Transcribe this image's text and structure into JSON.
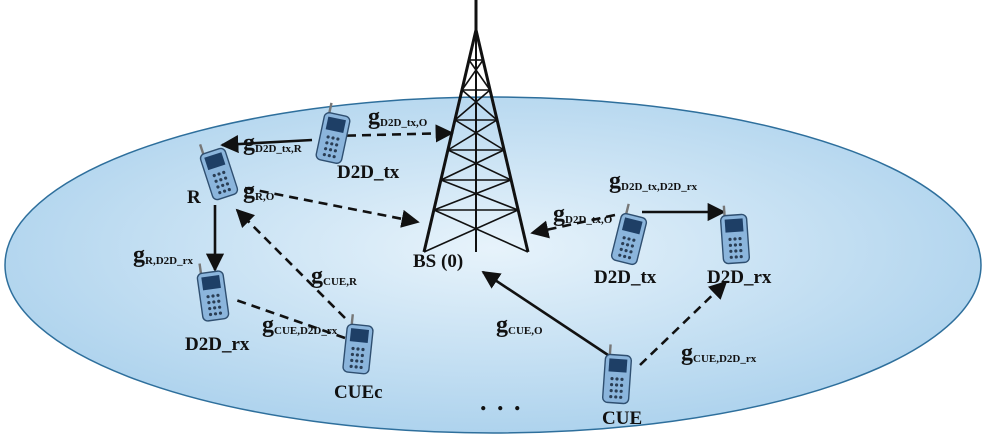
{
  "colors": {
    "cell_fill_center": "#e7f3fb",
    "cell_fill_edge": "#a9d0ec",
    "cell_stroke": "#2e6f9c",
    "tower": "#111111",
    "arrow": "#111111",
    "phone_body": "#8bb5dc",
    "phone_screen": "#1e3f66"
  },
  "nodes": {
    "bs": "BS (0)",
    "relay": "R",
    "d2d_tx_left": "D2D_tx",
    "d2d_rx_left": "D2D_rx",
    "cue_c": "CUEc",
    "d2d_tx_right": "D2D_tx",
    "d2d_rx_right": "D2D_rx",
    "cue": "CUE",
    "ellipsis": ". . ."
  },
  "links": {
    "g_d2dtx_r": {
      "main": "g",
      "sub": "D2D_tx,R",
      "style": "solid"
    },
    "g_d2dtx_o_left": {
      "main": "g",
      "sub": "D2D_tx,O",
      "style": "dashed"
    },
    "g_r_o": {
      "main": "g",
      "sub": "R,O",
      "style": "dashed"
    },
    "g_r_d2drx": {
      "main": "g",
      "sub": "R,D2D_rx",
      "style": "solid"
    },
    "g_cue_r": {
      "main": "g",
      "sub": "CUE,R",
      "style": "dashed"
    },
    "g_cue_d2drx_left": {
      "main": "g",
      "sub": "CUE,D2D_rx",
      "style": "dashed"
    },
    "g_d2dtx_o_right": {
      "main": "g",
      "sub": "D2D_tx,O",
      "style": "dashed"
    },
    "g_d2dtx_d2drx": {
      "main": "g",
      "sub": "D2D_tx,D2D_rx",
      "style": "solid"
    },
    "g_cue_o": {
      "main": "g",
      "sub": "CUE,O",
      "style": "solid"
    },
    "g_cue_d2drx_right": {
      "main": "g",
      "sub": "CUE,D2D_rx",
      "style": "dashed"
    }
  }
}
